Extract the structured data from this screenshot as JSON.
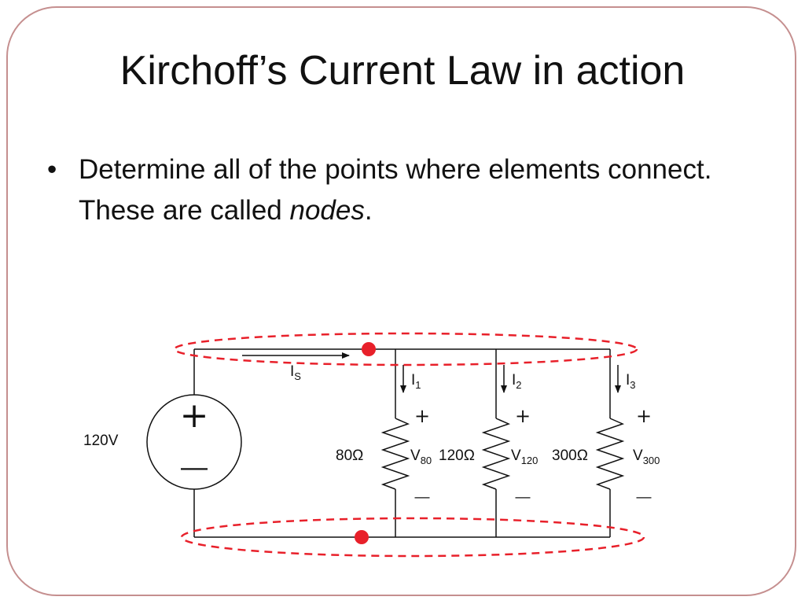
{
  "slide": {
    "title": "Kirchoff’s Current Law in action",
    "bullet": {
      "marker": "•",
      "text_before": "Determine all of the points where elements connect.  These are called ",
      "text_emphasis": "nodes",
      "text_after": "."
    }
  },
  "circuit": {
    "source": {
      "label": "120V",
      "plus": "+",
      "minus": "—"
    },
    "source_current": {
      "main": "I",
      "sub": "S"
    },
    "resistors": [
      {
        "label": "80Ω",
        "current_main": "I",
        "current_sub": "1",
        "voltage_main": "V",
        "voltage_sub": "80",
        "plus": "+",
        "minus": "—"
      },
      {
        "label": "120Ω",
        "current_main": "I",
        "current_sub": "2",
        "voltage_main": "V",
        "voltage_sub": "120",
        "plus": "+",
        "minus": "—"
      },
      {
        "label": "300Ω",
        "current_main": "I",
        "current_sub": "3",
        "voltage_main": "V",
        "voltage_sub": "300",
        "plus": "+",
        "minus": "—"
      }
    ],
    "node_color": "#e8202a",
    "wire_color": "#111111"
  }
}
